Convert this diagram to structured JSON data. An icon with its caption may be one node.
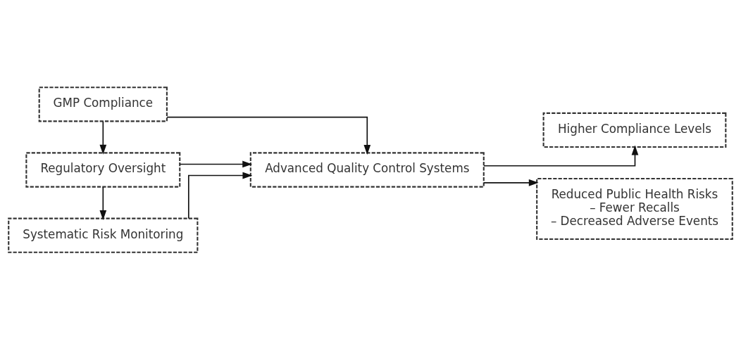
{
  "diagram": {
    "nodes": [
      {
        "text": [
          "GMP Compliance"
        ]
      },
      {
        "text": [
          "Regulatory Oversight"
        ]
      },
      {
        "text": [
          "Systematic Risk Monitoring"
        ]
      },
      {
        "text": [
          "Advanced Quality Control Systems"
        ]
      },
      {
        "text": [
          "Higher Compliance Levels"
        ]
      },
      {
        "text": [
          "Reduced Public Health Risks",
          "– Fewer Recalls",
          "– Decreased Adverse Events"
        ]
      }
    ],
    "edges": [
      {
        "from": 0,
        "to": 1,
        "arrow": "to"
      },
      {
        "from": 1,
        "to": 2,
        "arrow": "to"
      },
      {
        "from": 0,
        "to": 3,
        "arrow": "to"
      },
      {
        "from": 1,
        "to": 3,
        "arrow": "to"
      },
      {
        "from": 2,
        "to": 3,
        "arrow": "to"
      },
      {
        "from": 3,
        "to": 4,
        "arrow": "to"
      },
      {
        "from": 3,
        "to": 5,
        "arrow": "to"
      }
    ]
  }
}
